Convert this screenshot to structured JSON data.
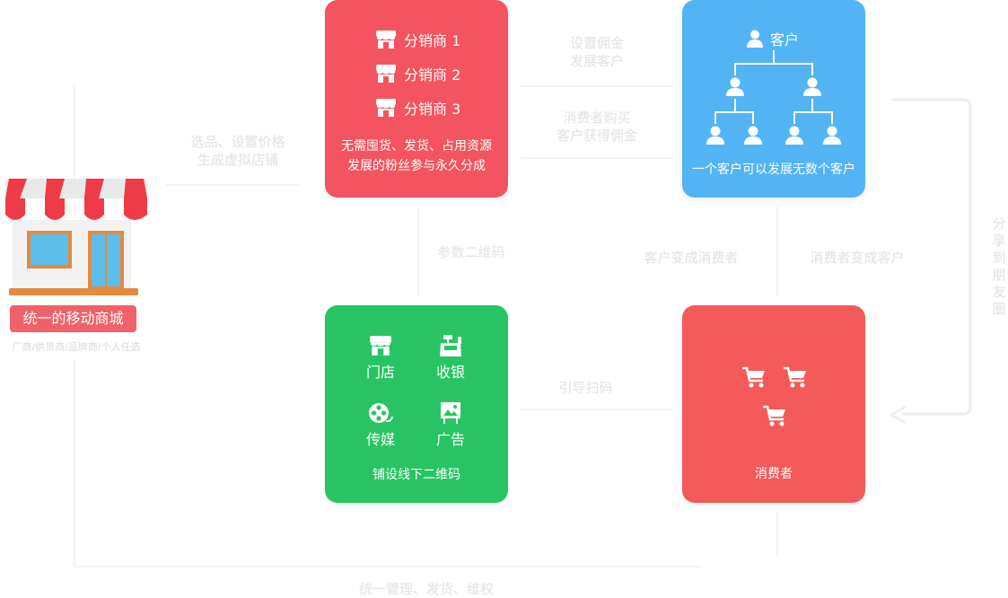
{
  "store": {
    "label": "统一的移动商城",
    "sub": "厂商/供货商/品牌商/个人任选"
  },
  "flow_labels": {
    "select_price": [
      "选品、设置价格",
      "生成虚拟店铺"
    ],
    "set_commission": [
      "设置佣金",
      "发展客户"
    ],
    "consumer_buy": [
      "消费者购买",
      "客户获得佣金"
    ],
    "join_qr": "参数二维码",
    "customer_to_consumer": "客户变成消费者",
    "consumer_to_customer": "消费者变成客户",
    "guide_scan": "引导扫码",
    "unified_manage": "统一管理、发货、维权",
    "share_moments": [
      "分",
      "享",
      "到",
      "朋",
      "友",
      "圈"
    ]
  },
  "distributor_box": {
    "items": [
      "分销商 1",
      "分销商 2",
      "分销商 3"
    ],
    "desc": [
      "无需囤货、发货、占用资源",
      "发展的粉丝参与永久分成"
    ]
  },
  "customer_box": {
    "title": "客户",
    "desc": "一个客户可以发展无数个客户"
  },
  "offline_box": {
    "items": [
      {
        "icon": "store-icon",
        "label": "门店"
      },
      {
        "icon": "cash-register-icon",
        "label": "收银"
      },
      {
        "icon": "film-reel-icon",
        "label": "传媒"
      },
      {
        "icon": "billboard-icon",
        "label": "广告"
      }
    ],
    "desc": "铺设线下二维码"
  },
  "consumer_box": {
    "label": "消费者"
  },
  "colors": {
    "red": "#f4545f",
    "blue": "#52b4f5",
    "green": "#28c463",
    "consumer_red": "#f45a5a"
  }
}
